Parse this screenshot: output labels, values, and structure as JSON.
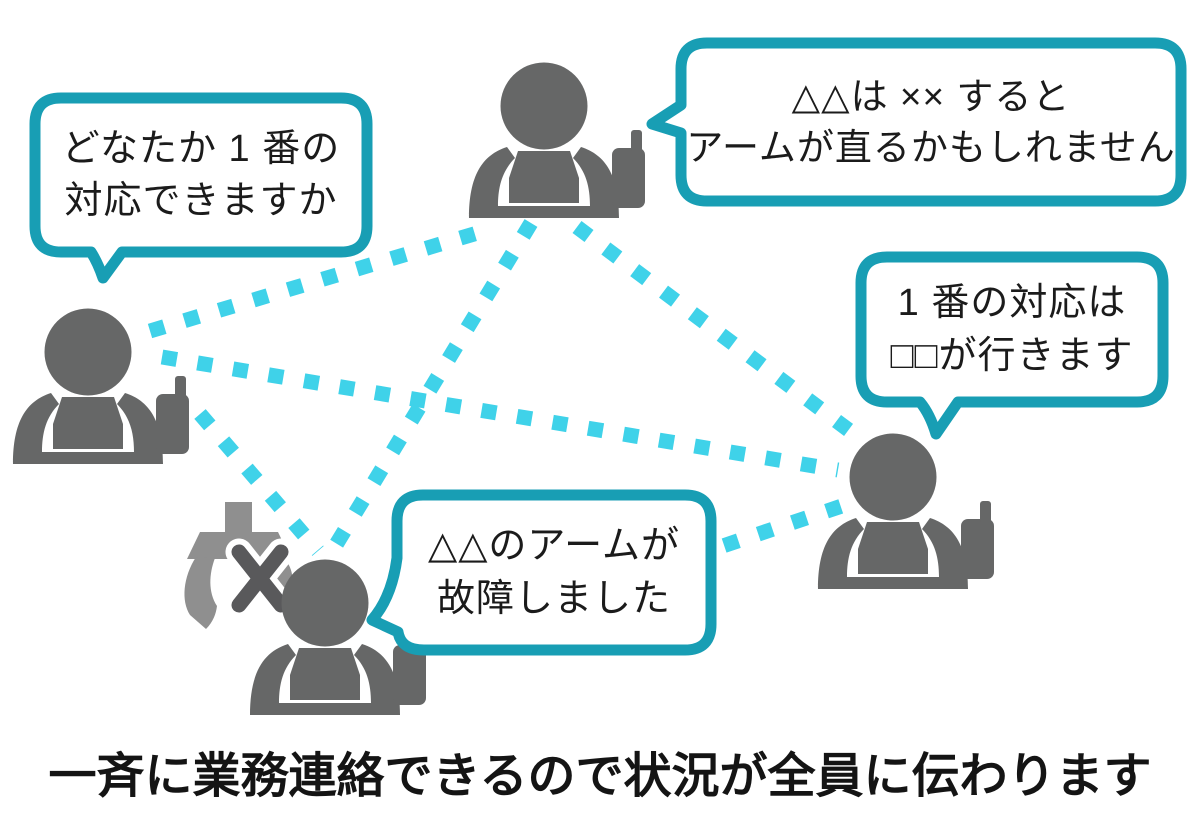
{
  "diagram_title": "一斉に業務連絡できるので状況が全員に伝わります",
  "bubbles": {
    "top_left": {
      "line1": "どなたか 1 番の",
      "line2": "対応できますか"
    },
    "top_right": {
      "line1": "△△は ×× すると",
      "line2": "アームが直るかもしれません"
    },
    "right": {
      "line1": "1 番の対応は",
      "line2": "□□が行きます"
    },
    "bottom": {
      "line1": "△△のアームが",
      "line2": "故障しました"
    }
  },
  "workers": [
    {
      "id": "top-worker",
      "description": "worker with transceiver"
    },
    {
      "id": "left-worker",
      "description": "worker with transceiver"
    },
    {
      "id": "bottom-worker",
      "description": "worker with transceiver, broken robot arm"
    },
    {
      "id": "right-worker",
      "description": "worker with transceiver"
    }
  ],
  "links": [
    "left-to-top",
    "left-to-right",
    "left-to-bottom",
    "top-to-bottom",
    "top-to-right",
    "bottom-to-right"
  ],
  "colors": {
    "bubble_border": "#189EB4",
    "dash_line": "#3FD2E9",
    "worker_gray": "#666767",
    "claw_gray": "#8F8F8F",
    "x_mark_gray": "#59595B",
    "text_black": "#1B1B1B"
  }
}
